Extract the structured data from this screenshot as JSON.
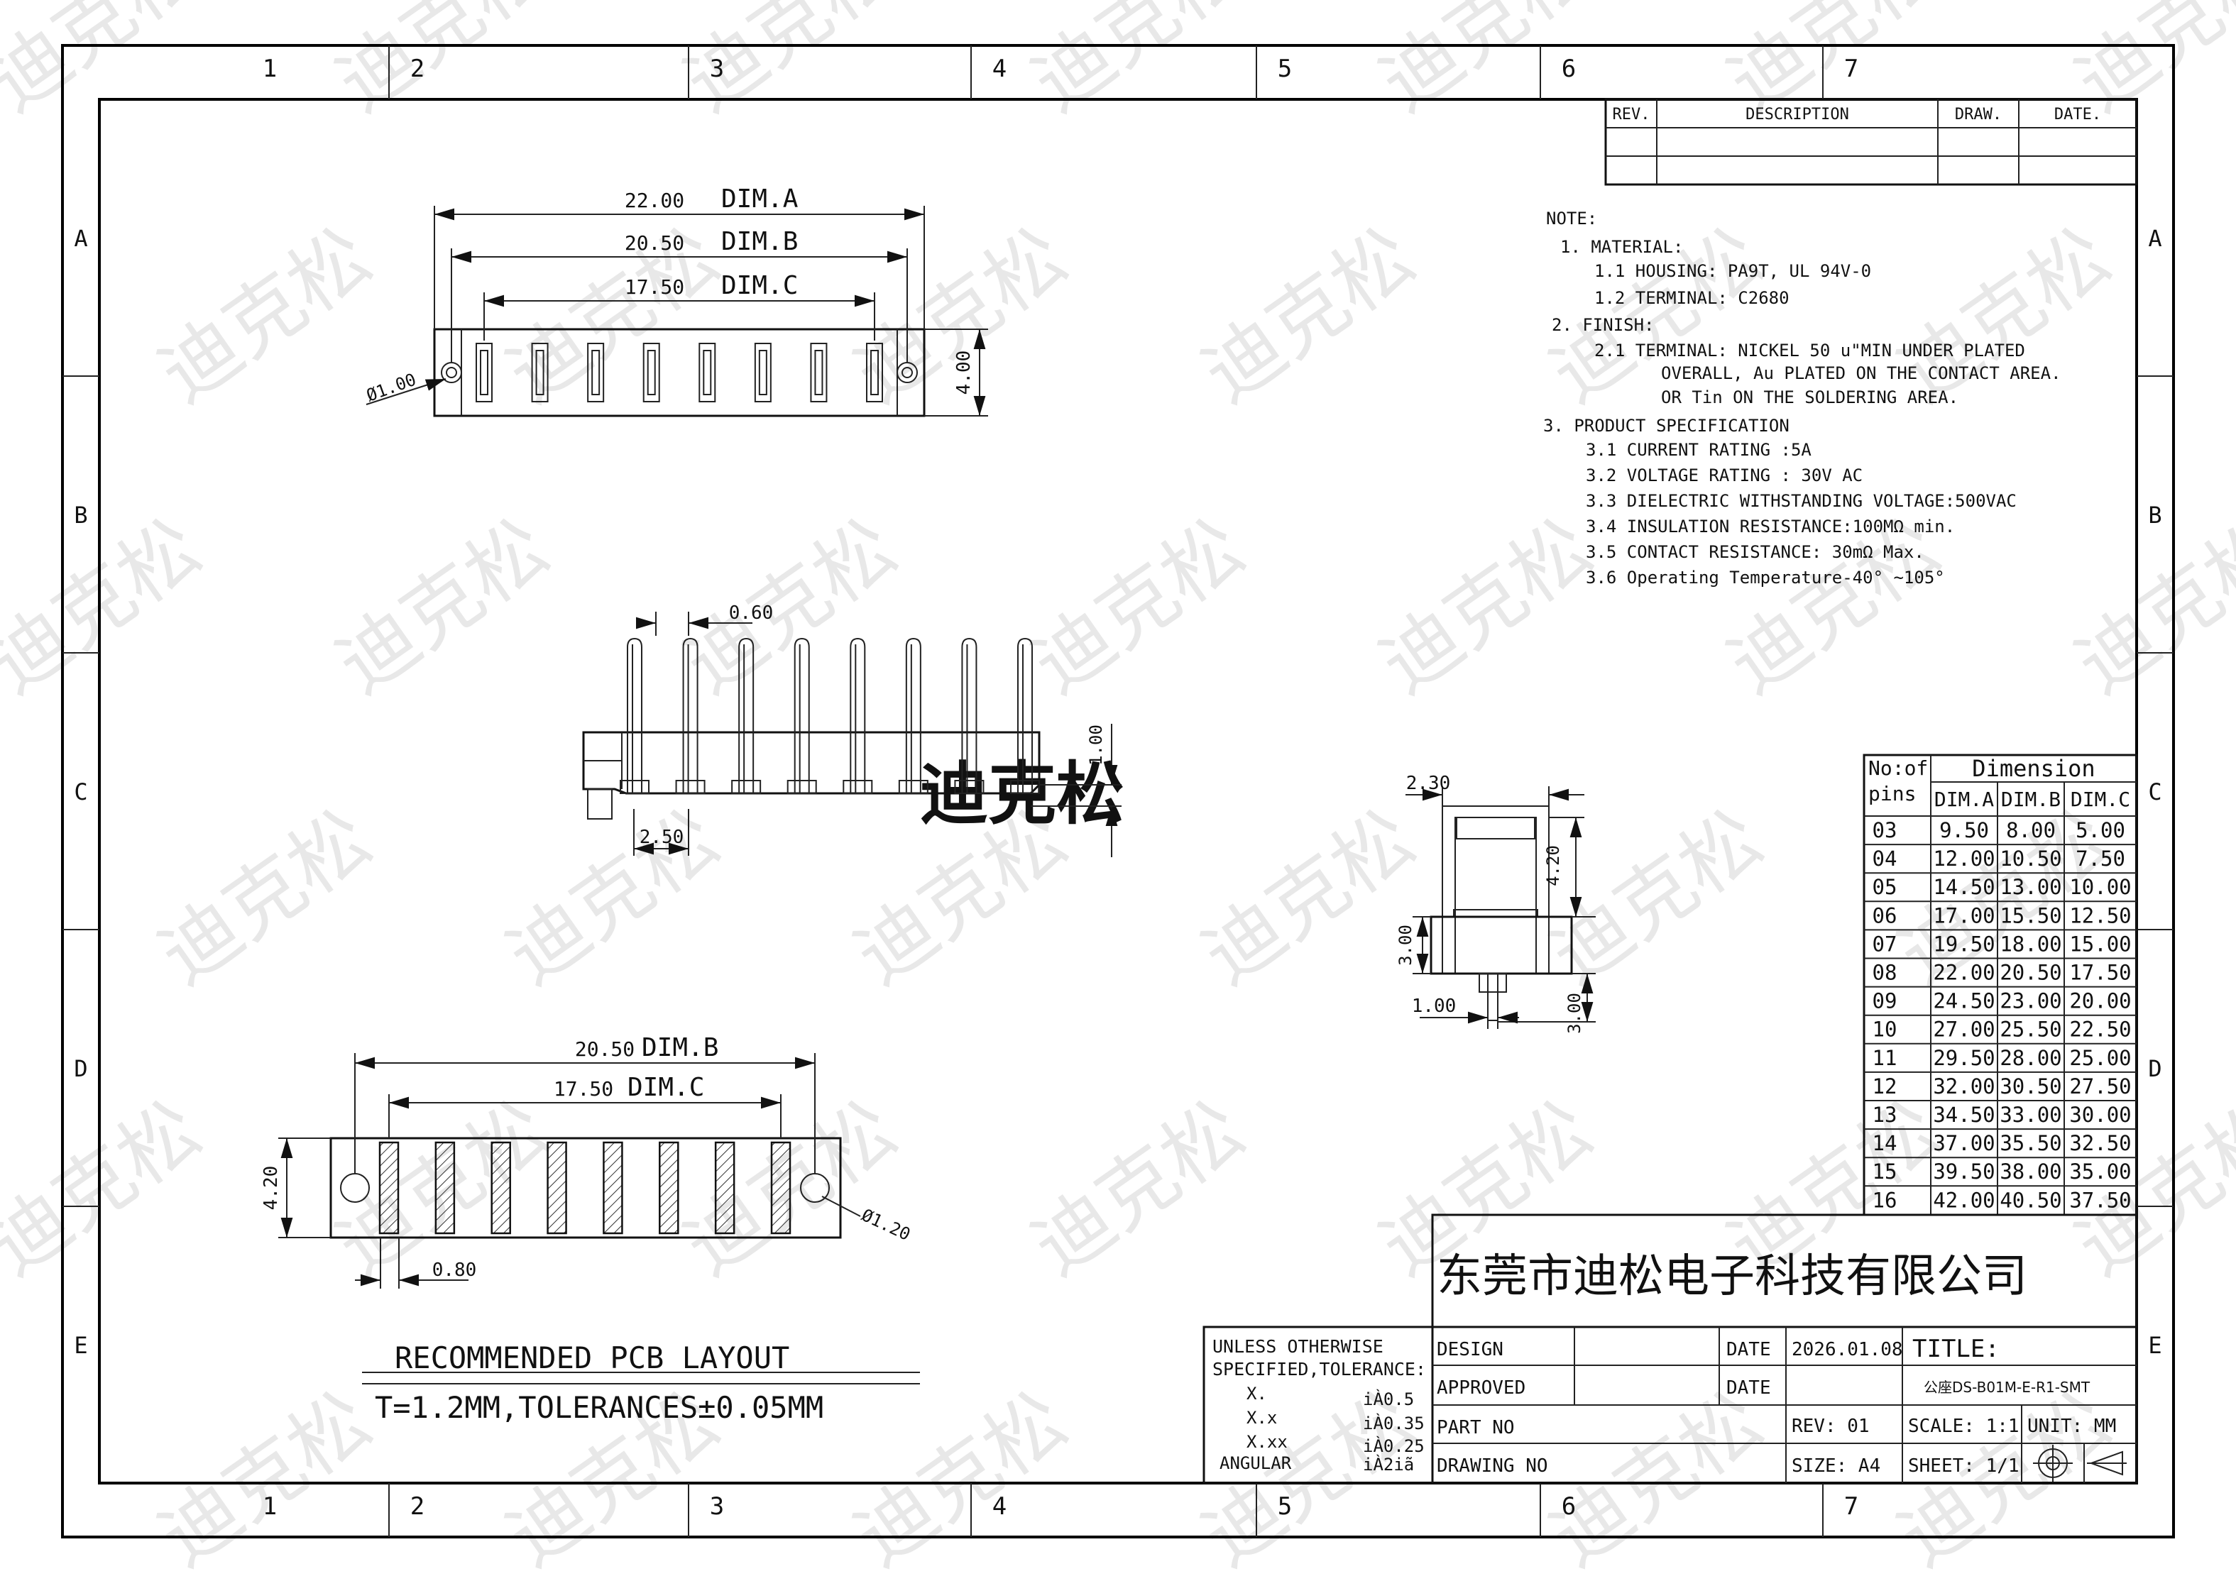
{
  "watermark": "迪克松",
  "grid_cols": [
    "1",
    "2",
    "3",
    "4",
    "5",
    "6",
    "7"
  ],
  "grid_rows": [
    "A",
    "B",
    "C",
    "D",
    "E"
  ],
  "revision_table": {
    "headers": [
      "REV.",
      "DESCRIPTION",
      "DRAW.",
      "DATE."
    ]
  },
  "notes": {
    "title": "NOTE:",
    "lines": [
      "1. MATERIAL:",
      "1.1 HOUSING: PA9T, UL 94V-0",
      "1.2 TERMINAL: C2680",
      "2. FINISH:",
      "2.1 TERMINAL: NICKEL 50 u\"MIN UNDER PLATED",
      "OVERALL, Au PLATED ON THE CONTACT AREA.",
      "OR Tin ON THE SOLDERING AREA.",
      "3. PRODUCT SPECIFICATION",
      "3.1 CURRENT RATING :5A",
      "3.2 VOLTAGE RATING : 30V AC",
      "3.3 DIELECTRIC WITHSTANDING VOLTAGE:500VAC",
      "3.4 INSULATION RESISTANCE:100MΩ min.",
      "3.5 CONTACT RESISTANCE: 30mΩ Max.",
      "3.6 Operating Temperature-40° ~105°"
    ]
  },
  "top_view": {
    "dims": [
      {
        "value": "22.00",
        "label": "DIM.A"
      },
      {
        "value": "20.50",
        "label": "DIM.B"
      },
      {
        "value": "17.50",
        "label": "DIM.C"
      }
    ],
    "hole": "Ø1.00",
    "height": "4.00",
    "pins": 8
  },
  "side_view": {
    "pitch_top": "0.60",
    "pitch": "2.50",
    "height": "1.00"
  },
  "end_view": {
    "width": "2.30",
    "pin_len": "4.20",
    "body": "3.00",
    "tail": "3.00",
    "tail_w": "1.00"
  },
  "pcb": {
    "dims": [
      {
        "value": "20.50",
        "label": "DIM.B"
      },
      {
        "value": "17.50",
        "label": "DIM.C"
      }
    ],
    "height": "4.20",
    "hole": "Ø1.20",
    "pad_w": "0.80",
    "title": "RECOMMENDED PCB LAYOUT",
    "subtitle": "T=1.2MM,TOLERANCES±0.05MM"
  },
  "dimension_table": {
    "h1": "No:of",
    "h2": "pins",
    "group": "Dimension",
    "cols": [
      "DIM.A",
      "DIM.B",
      "DIM.C"
    ],
    "rows": [
      [
        "03",
        "9.50",
        "8.00",
        "5.00"
      ],
      [
        "04",
        "12.00",
        "10.50",
        "7.50"
      ],
      [
        "05",
        "14.50",
        "13.00",
        "10.00"
      ],
      [
        "06",
        "17.00",
        "15.50",
        "12.50"
      ],
      [
        "07",
        "19.50",
        "18.00",
        "15.00"
      ],
      [
        "08",
        "22.00",
        "20.50",
        "17.50"
      ],
      [
        "09",
        "24.50",
        "23.00",
        "20.00"
      ],
      [
        "10",
        "27.00",
        "25.50",
        "22.50"
      ],
      [
        "11",
        "29.50",
        "28.00",
        "25.00"
      ],
      [
        "12",
        "32.00",
        "30.50",
        "27.50"
      ],
      [
        "13",
        "34.50",
        "33.00",
        "30.00"
      ],
      [
        "14",
        "37.00",
        "35.50",
        "32.50"
      ],
      [
        "15",
        "39.50",
        "38.00",
        "35.00"
      ],
      [
        "16",
        "42.00",
        "40.50",
        "37.50"
      ]
    ]
  },
  "title_block": {
    "company": "东莞市迪松电子科技有限公司",
    "tolerance": {
      "head1": "UNLESS OTHERWISE",
      "head2": "SPECIFIED,TOLERANCE:",
      "items": [
        {
          "k": "X.",
          "v": "iÀ0.5"
        },
        {
          "k": "X.x",
          "v": "iÀ0.35"
        },
        {
          "k": "X.xx",
          "v": "iÀ0.25"
        },
        {
          "k": "ANGULAR",
          "v": "iÀ2iã"
        }
      ]
    },
    "design": "DESIGN",
    "approved": "APPROVED",
    "part_no": "PART NO",
    "drawing_no": "DRAWING NO",
    "date_label": "DATE",
    "date_value": "2026.01.08",
    "title_label": "TITLE:",
    "title_value": "公座DS-B01M-E-R1-SMT",
    "rev": "REV: 01",
    "size": "SIZE: A4",
    "scale": "SCALE: 1:1",
    "unit": "UNIT: MM",
    "sheet": "SHEET: 1/1"
  }
}
